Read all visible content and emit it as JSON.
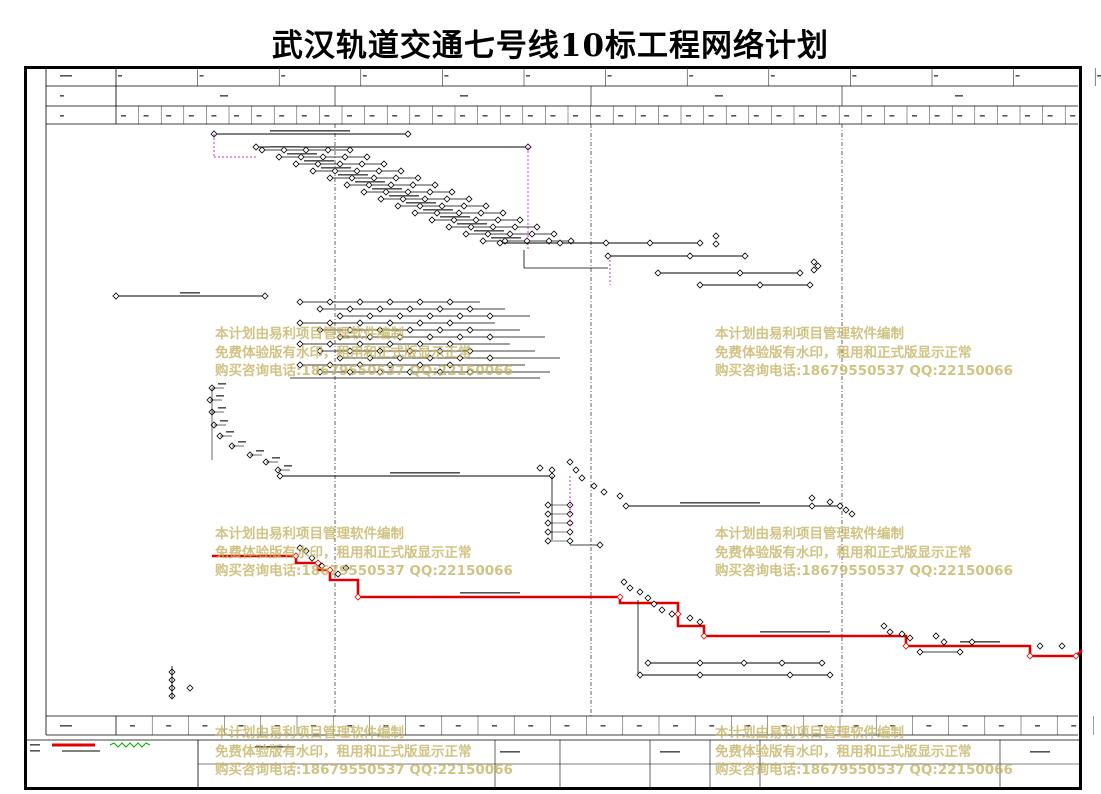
{
  "title": "武汉轨道交通七号线10标工程网络计划",
  "watermark": {
    "line1": "本计划由易利项目管理软件编制",
    "line2": "免费体验版有水印，租用和正式版显示正常",
    "line3": "购买咨询电话:18679550537 QQ:22150066"
  },
  "colors": {
    "critical": "#e00000",
    "normal": "#000000",
    "dummy": "#cc33cc",
    "watermark": "#c4b260"
  },
  "legend": {
    "critical_icon": "critical-path-red-line",
    "normal_icon": "normal-work-line",
    "float_icon": "free-float-wave-line"
  }
}
